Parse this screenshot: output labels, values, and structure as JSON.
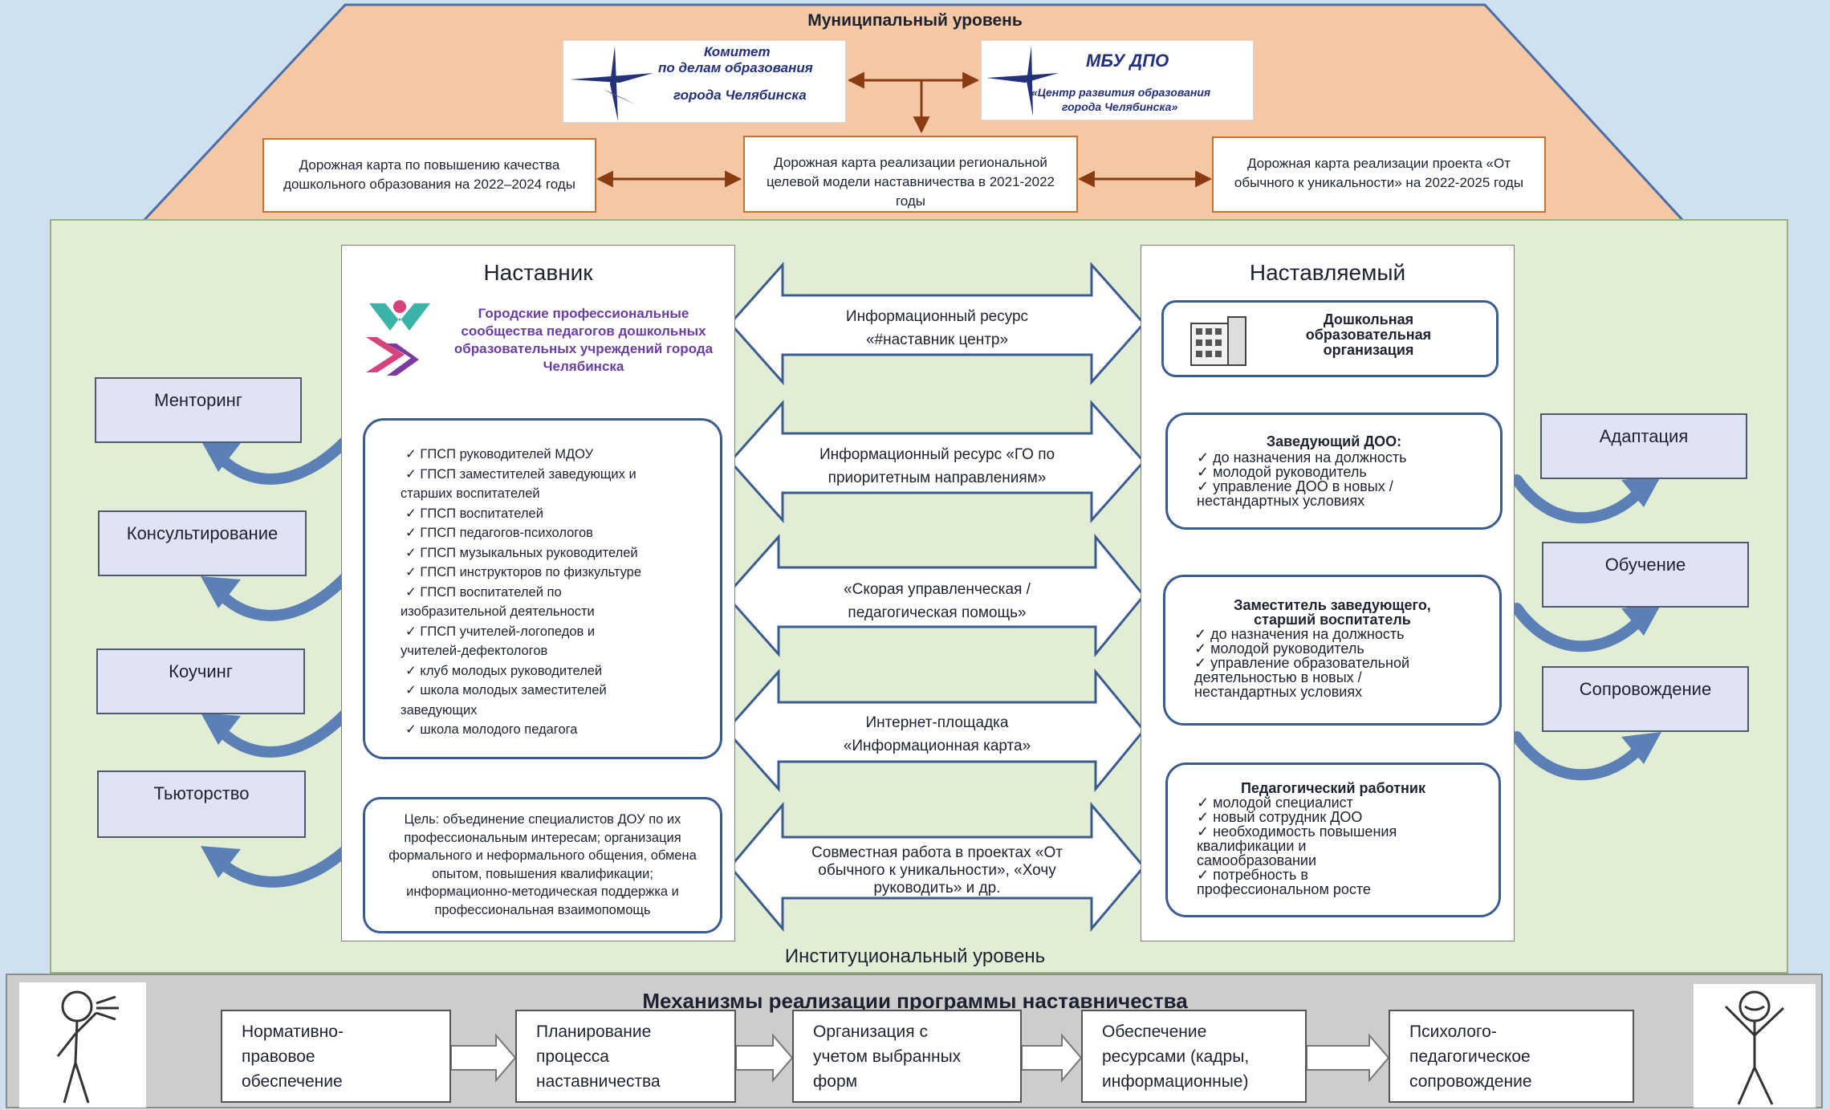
{
  "colors": {
    "roof": "#f5c8a5",
    "roof_border": "#4b6ea7",
    "green": "#e2edd6",
    "box_border": "#3b5c8f",
    "arrow_fill": "#3f6ea8",
    "map_border": "#c9712c"
  },
  "municipal": {
    "title": "Муниципальный уровень",
    "logo_committee": {
      "line1": "Комитет",
      "line2": "по делам образования",
      "line3": "города Челябинска"
    },
    "logo_mbu": {
      "line1": "МБУ ДПО",
      "line2": "«Центр развития образования",
      "line3": "города Челябинска»"
    },
    "maps": [
      "Дорожная карта по повышению качества дошкольного образования на 2022–2024 годы",
      "Дорожная карта реализации региональной целевой модели наставничества в 2021-2022 годы",
      "Дорожная карта реализации проекта «От обычного к уникальности» на 2022-2025 годы"
    ]
  },
  "mentor": {
    "title": "Наставник",
    "community_logo": "Городские профессиональные сообщества педагогов дошкольных образовательных учреждений города Челябинска",
    "list": [
      "✓ ГПСП руководителей МДОУ",
      "✓ ГПСП заместителей заведующих и",
      "старших воспитателей",
      "✓ ГПСП воспитателей",
      "✓ ГПСП педагогов-психологов",
      "✓ ГПСП музыкальных руководителей",
      "✓ ГПСП инструкторов по физкультуре",
      "✓ ГПСП воспитателей по",
      "изобразительной деятельности",
      "✓ ГПСП учителей-логопедов и",
      "учителей-дефектологов",
      "✓ клуб молодых руководителей",
      "✓ школа молодых заместителей",
      "заведующих",
      "✓ школа молодого педагога"
    ],
    "goal": "Цель: объединение специалистов ДОУ по их профессиональным интересам; организация формального и неформального общения, обмена опытом, повышения квалификации; информационно-методическая поддержка и профессиональная взаимопомощь"
  },
  "mentee": {
    "title": "Наставляемый",
    "org": "Дошкольная образовательная организация",
    "head": {
      "title": "Заведующий ДОО:",
      "items": [
        "✓ до назначения на должность",
        "✓ молодой руководитель",
        "✓ управление ДОО в новых /",
        "нестандартных условиях"
      ]
    },
    "deputy": {
      "title1": "Заместитель заведующего,",
      "title2": "старший воспитатель",
      "items": [
        "✓ до назначения на должность",
        "✓ молодой руководитель",
        "✓ управление образовательной",
        "деятельностью в новых /",
        "нестандартных условиях"
      ]
    },
    "teacher": {
      "title": "Педагогический работник",
      "items": [
        "✓ молодой специалист",
        "✓ новый сотрудник ДОО",
        "✓ необходимость повышения",
        "квалификации и",
        "самообразовании",
        "✓ потребность в",
        "профессиональном росте"
      ]
    }
  },
  "center_arrows": [
    [
      "Информационный ресурс",
      "«#наставник центр»"
    ],
    [
      "Информационный ресурс «ГО по",
      "приоритетным направлениям»"
    ],
    [
      "«Скорая управленческая /",
      "педагогическая помощь»"
    ],
    [
      "Интернет-площадка",
      "«Информационная карта»"
    ],
    [
      "Совместная работа в проектах «От",
      "обычного к уникальности», «Хочу",
      "руководить» и др."
    ]
  ],
  "left_forms": [
    "Менторинг",
    "Консультирование",
    "Коучинг",
    "Тьюторство"
  ],
  "right_forms": [
    "Адаптация",
    "Обучение",
    "Сопровождение"
  ],
  "institutional": "Институциональный уровень",
  "mechanisms": {
    "title": "Механизмы реализации программы наставничества",
    "items": [
      [
        "Нормативно-",
        "правовое",
        "обеспечение"
      ],
      [
        "Планирование",
        "процесса",
        "наставничества"
      ],
      [
        "Организация с",
        "учетом выбранных",
        "форм"
      ],
      [
        "Обеспечение",
        "ресурсами (кадры,",
        "информационные)"
      ],
      [
        "Психолого-",
        "педагогическое",
        "сопровождение"
      ]
    ]
  }
}
